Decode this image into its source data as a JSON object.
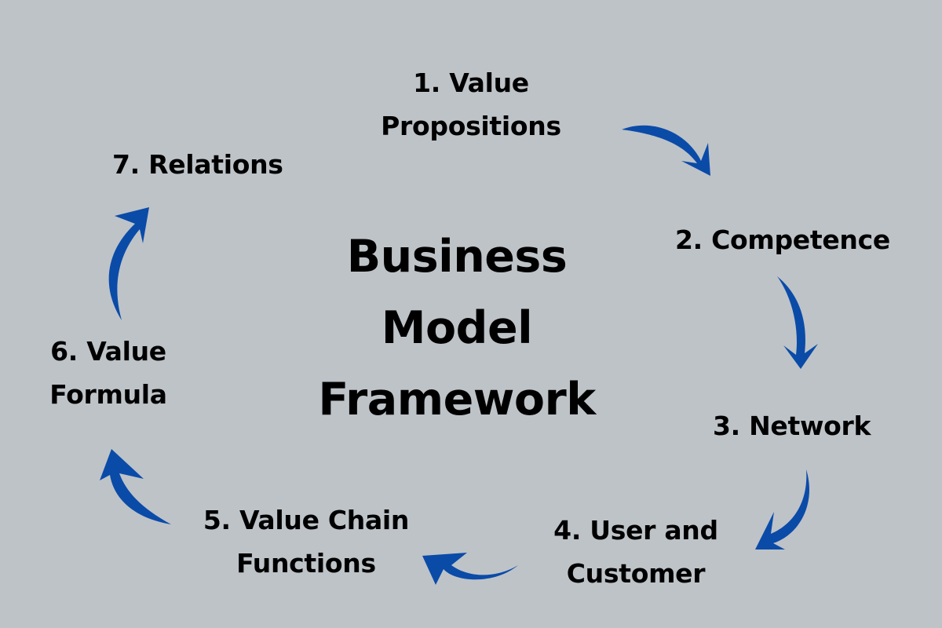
{
  "title": {
    "lines": [
      "Business",
      "Model",
      "Framework"
    ]
  },
  "colors": {
    "background": "#bec3c8",
    "arrow": "#0a4ba8",
    "text": "#000000"
  },
  "steps": [
    {
      "number": 1,
      "lines": [
        "1. Value",
        "Propositions"
      ]
    },
    {
      "number": 2,
      "lines": [
        "2. Competence"
      ]
    },
    {
      "number": 3,
      "lines": [
        "3. Network"
      ]
    },
    {
      "number": 4,
      "lines": [
        "4. User and",
        "Customer"
      ]
    },
    {
      "number": 5,
      "lines": [
        "5. Value Chain",
        "Functions"
      ]
    },
    {
      "number": 6,
      "lines": [
        "6. Value",
        "Formula"
      ]
    },
    {
      "number": 7,
      "lines": [
        "7. Relations"
      ]
    }
  ],
  "arrows": [
    {
      "from": 1,
      "to": 2,
      "icon": "curved-arrow-icon"
    },
    {
      "from": 2,
      "to": 3,
      "icon": "curved-arrow-icon"
    },
    {
      "from": 3,
      "to": 4,
      "icon": "curved-arrow-icon"
    },
    {
      "from": 4,
      "to": 5,
      "icon": "curved-arrow-icon"
    },
    {
      "from": 5,
      "to": 6,
      "icon": "curved-arrow-icon"
    },
    {
      "from": 6,
      "to": 7,
      "icon": "curved-arrow-icon"
    }
  ]
}
